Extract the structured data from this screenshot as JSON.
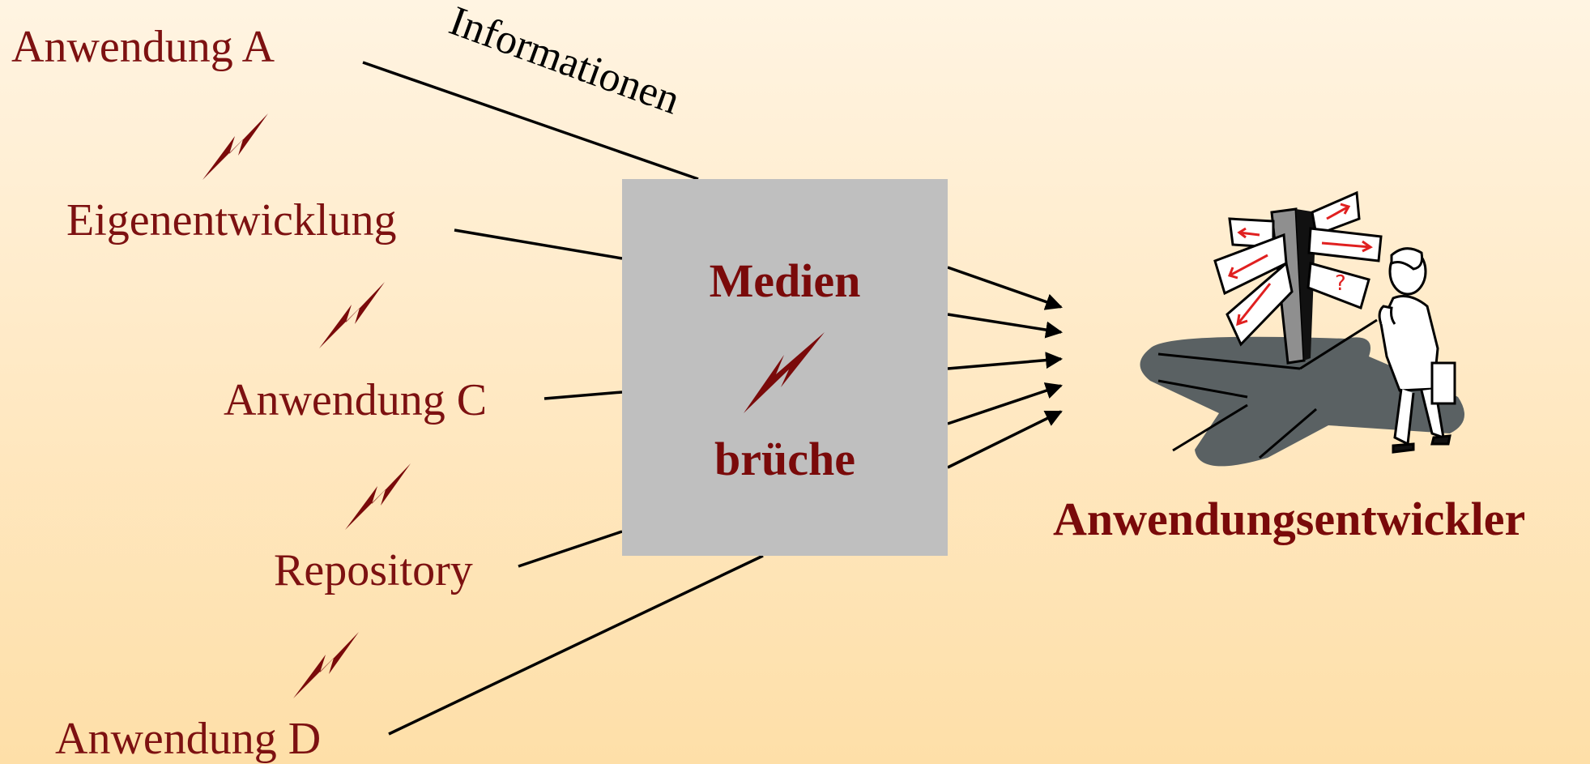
{
  "sources": [
    {
      "id": "a",
      "label": "Anwendung A"
    },
    {
      "id": "eigen",
      "label": "Eigenentwicklung"
    },
    {
      "id": "c",
      "label": "Anwendung C"
    },
    {
      "id": "repo",
      "label": "Repository"
    },
    {
      "id": "d",
      "label": "Anwendung D"
    }
  ],
  "flow_label": "Informationen",
  "center": {
    "line1": "Medien",
    "line2": "brüche"
  },
  "target": {
    "label": "Anwendungsentwickler",
    "icon": "confused-developer-at-signpost"
  },
  "colors": {
    "accent": "#7a0a0a",
    "box": "#bfbfbf",
    "bolt": "#7a0a0a"
  }
}
